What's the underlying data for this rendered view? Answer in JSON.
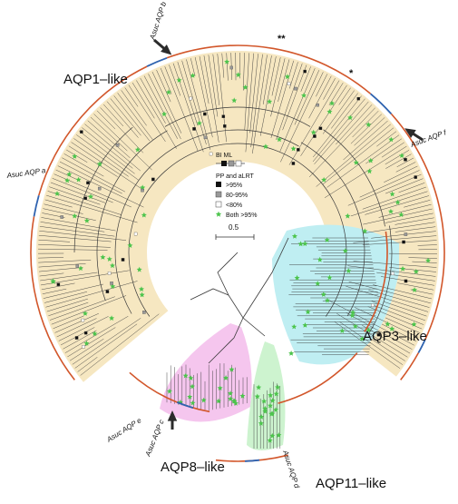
{
  "clades": [
    {
      "id": "aqp1",
      "label": "AQP1–like",
      "color": "#f6e7c1"
    },
    {
      "id": "aqp3",
      "label": "AQP3–like",
      "color": "#bfeef2"
    },
    {
      "id": "aqp8",
      "label": "AQP8–like",
      "color": "#f5c6ee"
    },
    {
      "id": "aqp11",
      "label": "AQP11–like",
      "color": "#cdf3cf"
    }
  ],
  "asuc_labels": [
    {
      "id": "a",
      "text": "Asuc AQP a"
    },
    {
      "id": "b",
      "text": "Asuc AQP b"
    },
    {
      "id": "c",
      "text": "Asuc AQP c"
    },
    {
      "id": "d",
      "text": "Asuc AQP d"
    },
    {
      "id": "e",
      "text": "Asuc AQP e"
    },
    {
      "id": "f",
      "text": "Asuc AQP f"
    }
  ],
  "annotations": {
    "double_star": "**",
    "single_star": "*"
  },
  "legend": {
    "methods": "BI ML",
    "support_title": "PP and aLRT",
    "items": [
      {
        "symbol": "black-square",
        "label": ">95%"
      },
      {
        "symbol": "grey-square",
        "label": "80-95%"
      },
      {
        "symbol": "white-square",
        "label": "<80%"
      },
      {
        "symbol": "green-star",
        "label": "Both >95%"
      }
    ]
  },
  "scale_bar": {
    "label": "0.5"
  },
  "colors": {
    "branch": "#3a3a3a",
    "outer_arc_orange": "#d2562a",
    "outer_arc_blue": "#2f63b0",
    "star_green": "#4cc44c",
    "arrow": "#2b2b2b"
  }
}
